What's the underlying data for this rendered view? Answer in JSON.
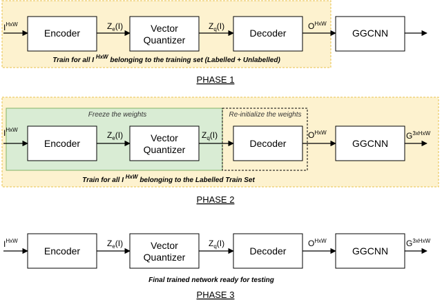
{
  "colors": {
    "train_region_fill": "#fdf2cf",
    "train_region_border": "#e8c04a",
    "freeze_region_fill": "#d9ecd4",
    "freeze_region_border": "#82b366"
  },
  "blocks": {
    "encoder": "Encoder",
    "vq_line1": "Vector",
    "vq_line2": "Quantizer",
    "decoder": "Decoder",
    "ggcnn": "GGCNN"
  },
  "signals": {
    "input": "I",
    "input_sup": "HxW",
    "ze": "Z",
    "ze_sub": "e",
    "ze_arg": "(I)",
    "zq": "Z",
    "zq_sub": "q",
    "zq_arg": "(I)",
    "output": "O",
    "output_sup": "HxW",
    "grasp": "G",
    "grasp_sup": "3xHxW"
  },
  "phase1": {
    "caption_pre": "Train for all I ",
    "caption_sup": "HxW",
    "caption_post": " belonging to the training set (Labelled + Unlabelled)",
    "title": "PHASE 1"
  },
  "phase2": {
    "freeze_note": "Freeze the weights",
    "reinit_note": "Re-initialize the weights",
    "caption_pre": "Train for all I ",
    "caption_sup": "HxW",
    "caption_post": " belonging to the Labelled Train Set",
    "title": "PHASE 2"
  },
  "phase3": {
    "caption": "Final trained network ready for testing",
    "title": "PHASE 3"
  }
}
